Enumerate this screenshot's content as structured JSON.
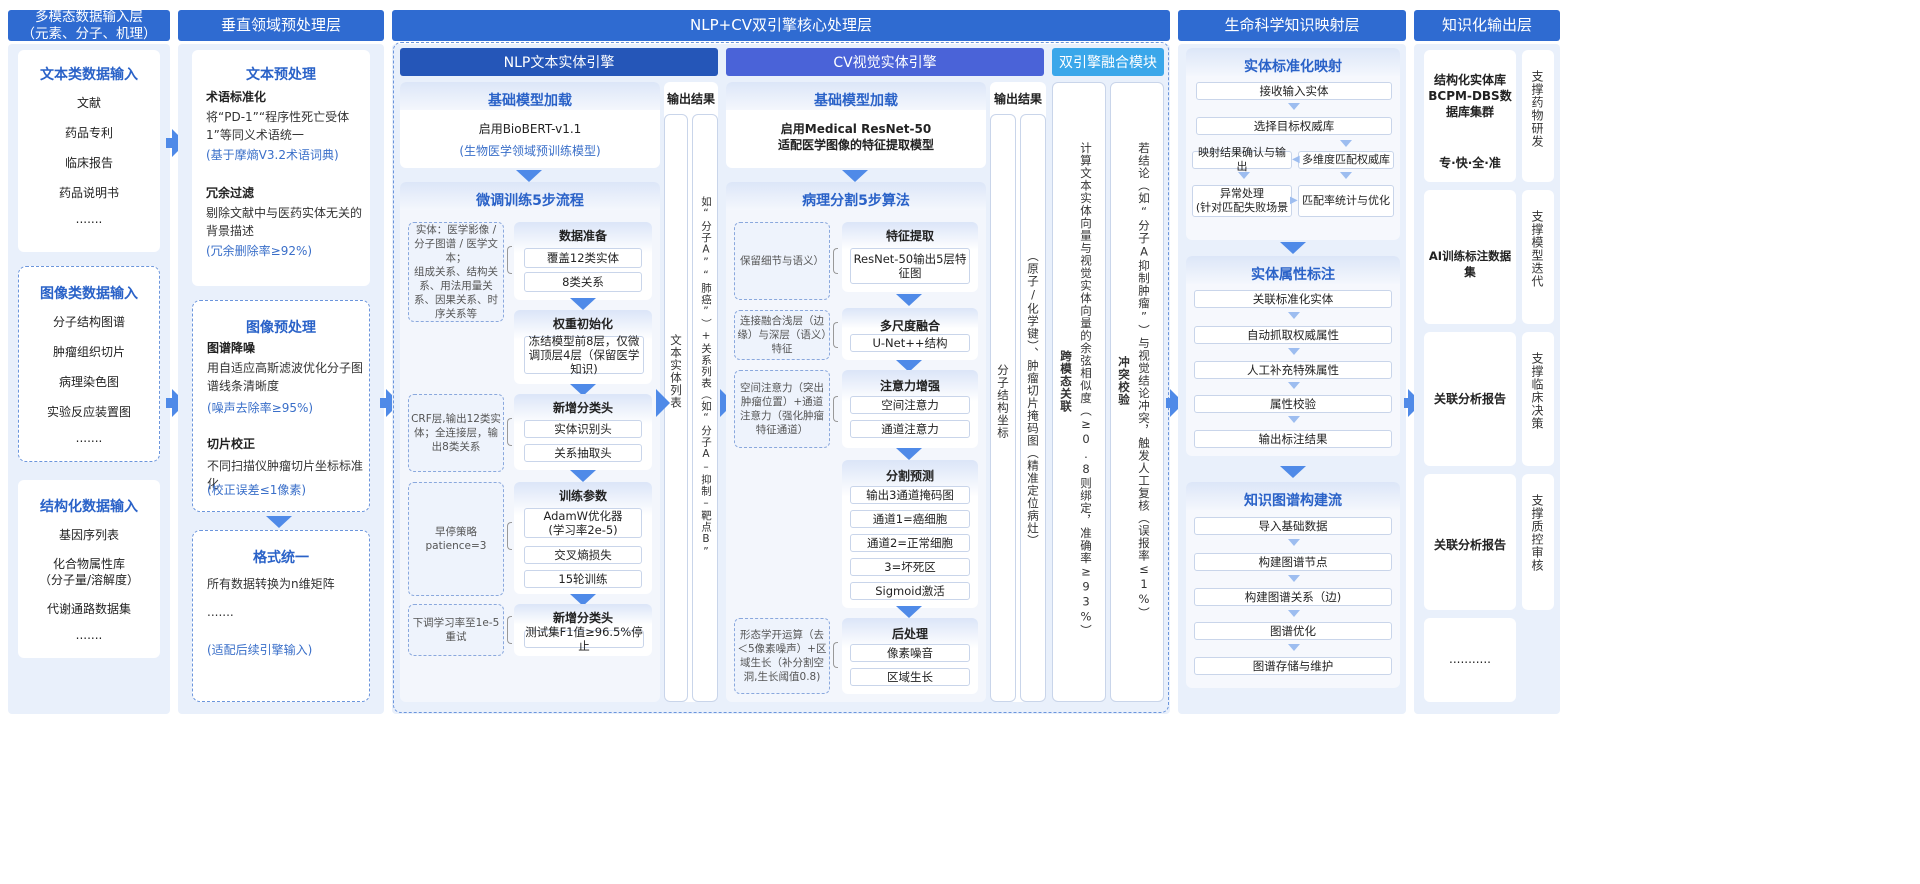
{
  "headers": {
    "h1": "多模态数据输入层\n（元素、分子、机理）",
    "h2": "垂直领域预处理层",
    "h3": "NLP+CV双引擎核心处理层",
    "h4": "生命科学知识映射层",
    "h5": "知识化输出层"
  },
  "input": {
    "text_title": "文本类数据输入",
    "text_items": [
      "文献",
      "药品专利",
      "临床报告",
      "药品说明书",
      "......."
    ],
    "image_title": "图像类数据输入",
    "image_items": [
      "分子结构图谱",
      "肿瘤组织切片",
      "病理染色图",
      "实验反应装置图",
      "......."
    ],
    "struct_title": "结构化数据输入",
    "struct_items": [
      "基因序列表",
      "化合物属性库\n（分子量/溶解度）",
      "代谢通路数据集",
      "......."
    ]
  },
  "pre": {
    "text_title": "文本预处理",
    "t1": "术语标准化",
    "t1_desc": "将“PD-1”“程序性死亡受体1”等同义术语统一",
    "t1_note": "(基于摩熵V3.2术语词典)",
    "t2": "冗余过滤",
    "t2_desc": "剔除文献中与医药实体无关的背景描述",
    "t2_note": "(冗余删除率≥92%)",
    "image_title": "图像预处理",
    "i1": "图谱降噪",
    "i1_desc": "用自适应高斯滤波优化分子图谱线条清晰度",
    "i1_note": "(噪声去除率≥95%)",
    "i2": "切片校正",
    "i2_desc": "不同扫描仪肿瘤切片坐标标准化",
    "i2_note": "(校正误差≤1像素)",
    "fmt_title": "格式统一",
    "f1": "所有数据转换为n维矩阵",
    "f2": ".......",
    "f_note": "(适配后续引擎输入)"
  },
  "nlp": {
    "title": "NLP文本实体引擎",
    "base_title": "基础模型加载",
    "base_l1": "启用BioBERT-v1.1",
    "base_l2": "(生物医学领域预训练模型)",
    "ft_title": "微调训练5步流程",
    "out_title": "输出结果",
    "out1": "文本实体列表",
    "out2": "如“分子A”“肺癌”）+关系列表（如“分子A–抑制–靶点B”",
    "ann1": "实体：医学影像 / 分子图谱 / 医学文本；\n组成关系、结构关系、用法用量关系、因果关系、时序关系等",
    "ann2": "CRF层,输出12类实体；全连接层，输出8类关系",
    "ann3": "早停策略\npatience=3",
    "ann4": "下调学习率至1e-5重试",
    "s1": "数据准备",
    "s1a": "覆盖12类实体",
    "s1b": "8类关系",
    "s2": "权重初始化",
    "s2a": "冻结模型前8层，仅微调顶层4层（保留医学知识)",
    "s3": "新增分类头",
    "s3a": "实体识别头",
    "s3b": "关系抽取头",
    "s4": "训练参数",
    "s4a": "AdamW优化器\n(学习率2e-5)",
    "s4b": "交叉熵损失",
    "s4c": "15轮训练",
    "s5": "新增分类头",
    "s5a": "测试集F1值≥96.5%停止"
  },
  "cv": {
    "title": "CV视觉实体引擎",
    "base_title": "基础模型加载",
    "base_l1": "启用Medical ResNet-50",
    "base_l2": "适配医学图像的特征提取模型",
    "seg_title": "病理分割5步算法",
    "out_title": "输出结果",
    "out1": "分子结构坐标",
    "out2": "（原子/化学键）、肿瘤切片掩码图（精准定位病灶）",
    "ann1": "保留细节与语义）",
    "ann2": "连接融合浅层（边缘）与深层（语义）特征",
    "ann3": "空间注意力（突出肿瘤位置）+通道注意力（强化肿瘤特征通道）",
    "ann4": "形态学开运算（去＜5像素噪声）+区域生长（补分割空洞,生长阈值0.8)",
    "s1": "特征提取",
    "s1a": "ResNet-50输出5层特征图",
    "s2": "多尺度融合",
    "s2a": "U-Net++结构",
    "s3": "注意力增强",
    "s3a": "空间注意力",
    "s3b": "通道注意力",
    "s4": "分割预测",
    "s4a": "输出3通道掩码图",
    "s4b": "通道1=癌细胞",
    "s4c": "通道2=正常细胞",
    "s4d": "3=坏死区",
    "s4e": "Sigmoid激活",
    "s5": "后处理",
    "s5a": "像素噪音",
    "s5b": "区域生长"
  },
  "fusion": {
    "title": "双引擎融合模块",
    "c1_title": "跨模态关联",
    "c1_text": "计算文本实体向量与视觉实体向量的余弦相似度（≥0.8则绑定，准确率≥93%）",
    "c2_title": "冲突校验",
    "c2_text": "若结论（如“分子A抑制肿瘤”）与视觉结论冲突，触发人工复核（误报率≤1%）"
  },
  "map": {
    "std_title": "实体标准化映射",
    "std1": "接收输入实体",
    "std2": "选择目标权威库",
    "std3": "映射结果确认与输出",
    "std4": "多维度匹配权威库",
    "std5": "异常处理\n(针对匹配失败场景",
    "std6": "匹配率统计与优化",
    "attr_title": "实体属性标注",
    "attr": [
      "关联标准化实体",
      "自动抓取权威属性",
      "人工补充特殊属性",
      "属性校验",
      "输出标注结果"
    ],
    "kg_title": "知识图谱构建流",
    "kg": [
      "导入基础数据",
      "构建图谱节点",
      "构建图谱关系（边)",
      "图谱优化",
      "图谱存储与维护"
    ]
  },
  "out": {
    "o1": "结构化实体库\nBCPM-DBS数据库集群",
    "o1b": "专·快·全·准",
    "o1v": "支撑药物研发",
    "o2": "AI训练标注数据集",
    "o2v": "支撑模型迭代",
    "o3": "关联分析报告",
    "o3v": "支撑临床决策",
    "o4": "关联分析报告",
    "o4v": "支撑质控审核",
    "o5": "..........."
  }
}
